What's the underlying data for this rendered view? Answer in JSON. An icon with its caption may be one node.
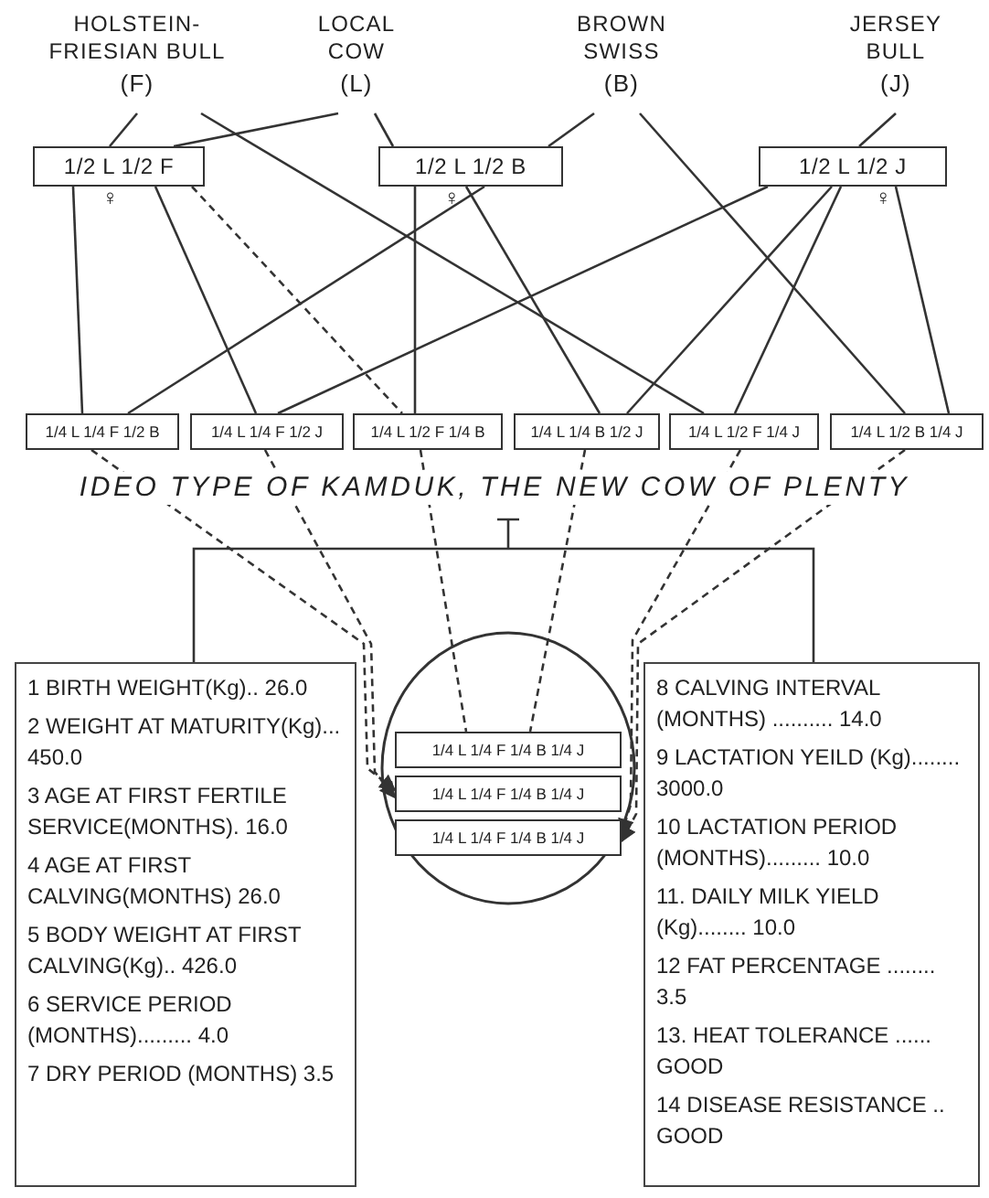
{
  "diagram": {
    "title": "IDEO TYPE OF KAMDUK, THE NEW COW OF PLENTY",
    "nodes": [
      {
        "text": [
          "HOLSTEIN- FRIESIAN BULL",
          "(F)"
        ]
      },
      {
        "text": [
          "LOCAL COW",
          "(L)"
        ]
      },
      {
        "text": [
          "BROWN SWISS",
          "(B)"
        ]
      },
      {
        "text": [
          "JERSEY BULL",
          "(J)"
        ]
      },
      {
        "text": [
          "1/2 L 1/2 F"
        ],
        "beside": [
          "♀"
        ]
      },
      {
        "text": [
          "1/2 L 1/2 B"
        ],
        "beside": [
          "♀"
        ]
      },
      {
        "text": [
          "1/2 L 1/2 J"
        ],
        "beside": [
          "♀"
        ]
      },
      {
        "text": [
          "1/4 L 1/4 F 1/2 B"
        ]
      },
      {
        "text": [
          "1/4 L 1/4 F 1/2 J"
        ]
      },
      {
        "text": [
          "1/4 L 1/2 F 1/4 B"
        ]
      },
      {
        "text": [
          "1/4 L 1/4 B 1/2 J"
        ]
      },
      {
        "text": [
          "1/4 L 1/2 F 1/4 J"
        ]
      },
      {
        "text": [
          "1/4 L 1/2 B 1/4 J"
        ]
      },
      {
        "text": [],
        "shape": "circle"
      },
      {
        "text": [
          "1/4 L 1/4 F 1/4 B 1/4 J"
        ],
        "in": 13
      },
      {
        "text": [
          "1/4 L 1/4 F 1/4 B 1/4 J"
        ],
        "in": 13
      },
      {
        "text": [
          "1/4 L 1/4 F 1/4 B 1/4 J"
        ],
        "in": 13
      },
      {
        "text": [
          "1 BIRTH WEIGHT(Kg).. 26.0",
          "2 WEIGHT AT MATURITY(Kg)... 450.0",
          "3 AGE AT FIRST FERTILE SERVICE(MONTHS). 16.0",
          "4 AGE AT FIRST CALVING(MONTHS) 26.0",
          "5 BODY WEIGHT AT FIRST CALVING(Kg).. 426.0",
          "6 SERVICE PERIOD (MONTHS)......... 4.0",
          "7 DRY PERIOD (MONTHS) 3.5"
        ]
      },
      {
        "text": [
          "8 CALVING INTERVAL (MONTHS) .......... 14.0",
          "9 LACTATION YEILD (Kg)........ 3000.0",
          "10 LACTATION PERIOD (MONTHS)......... 10.0",
          "11. DAILY MILK YIELD (Kg)........ 10.0",
          "12 FAT PERCENTAGE ........ 3.5",
          "13. HEAT TOLERANCE ...... GOOD",
          "14 DISEASE RESISTANCE .. GOOD"
        ]
      }
    ],
    "edges": [
      {
        "from": 0,
        "to": 4,
        "arrow": "none"
      },
      {
        "from": 1,
        "to": 4,
        "arrow": "none"
      },
      {
        "from": 1,
        "to": 5,
        "arrow": "none"
      },
      {
        "from": 2,
        "to": 5,
        "arrow": "none"
      },
      {
        "from": 3,
        "to": 6,
        "arrow": "none"
      },
      {
        "from": 0,
        "to": 11,
        "arrow": "none"
      },
      {
        "from": 2,
        "to": 12,
        "arrow": "none"
      },
      {
        "from": 4,
        "to": 7,
        "arrow": "none"
      },
      {
        "from": 4,
        "to": 8,
        "arrow": "none"
      },
      {
        "from": 4,
        "to": 9,
        "arrow": "none",
        "style": "dashed"
      },
      {
        "from": 5,
        "to": 7,
        "arrow": "none"
      },
      {
        "from": 5,
        "to": 9,
        "arrow": "none"
      },
      {
        "from": 5,
        "to": 10,
        "arrow": "none"
      },
      {
        "from": 6,
        "to": 8,
        "arrow": "none"
      },
      {
        "from": 6,
        "to": 10,
        "arrow": "none"
      },
      {
        "from": 6,
        "to": 11,
        "arrow": "none"
      },
      {
        "from": 6,
        "to": 12,
        "arrow": "none"
      },
      {
        "from": 7,
        "to": 15,
        "arrow": "to",
        "style": "dashed"
      },
      {
        "from": 8,
        "to": 15,
        "arrow": "to",
        "style": "dashed"
      },
      {
        "from": 9,
        "to": 14,
        "arrow": "none",
        "style": "dashed"
      },
      {
        "from": 10,
        "to": 14,
        "arrow": "none",
        "style": "dashed"
      },
      {
        "from": 11,
        "to": 16,
        "arrow": "to",
        "style": "dashed"
      },
      {
        "from": 12,
        "to": 16,
        "arrow": "to",
        "style": "dashed"
      }
    ]
  }
}
